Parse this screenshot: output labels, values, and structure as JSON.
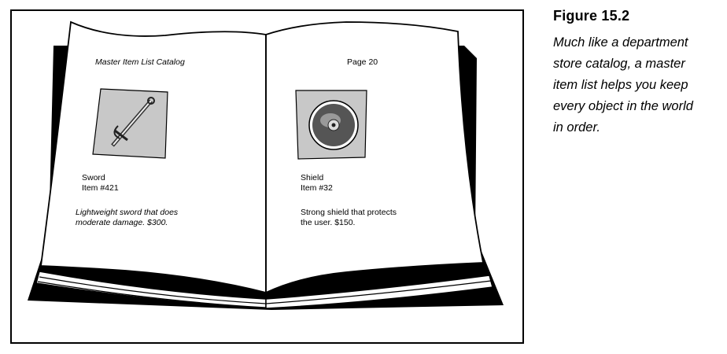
{
  "figure": {
    "number": "Figure 15.2",
    "caption_lines": [
      "Much like a department",
      "store catalog, a master",
      "item list helps you keep",
      "every object in the world",
      "in order."
    ]
  },
  "book": {
    "left_page": {
      "header": "Master Item List Catalog",
      "item_name": "Sword",
      "item_number": "Item #421",
      "description": "Lightweight sword that does\nmoderate damage. $300.",
      "illustration_icon": "sword-icon"
    },
    "right_page": {
      "header": "Page 20",
      "item_name": "Shield",
      "item_number": "Item #32",
      "description": "Strong shield that protects\nthe user. $150.",
      "illustration_icon": "shield-icon"
    }
  },
  "colors": {
    "ink": "#000000",
    "paper": "#ffffff",
    "picture_gray": "#c8c8c8"
  }
}
